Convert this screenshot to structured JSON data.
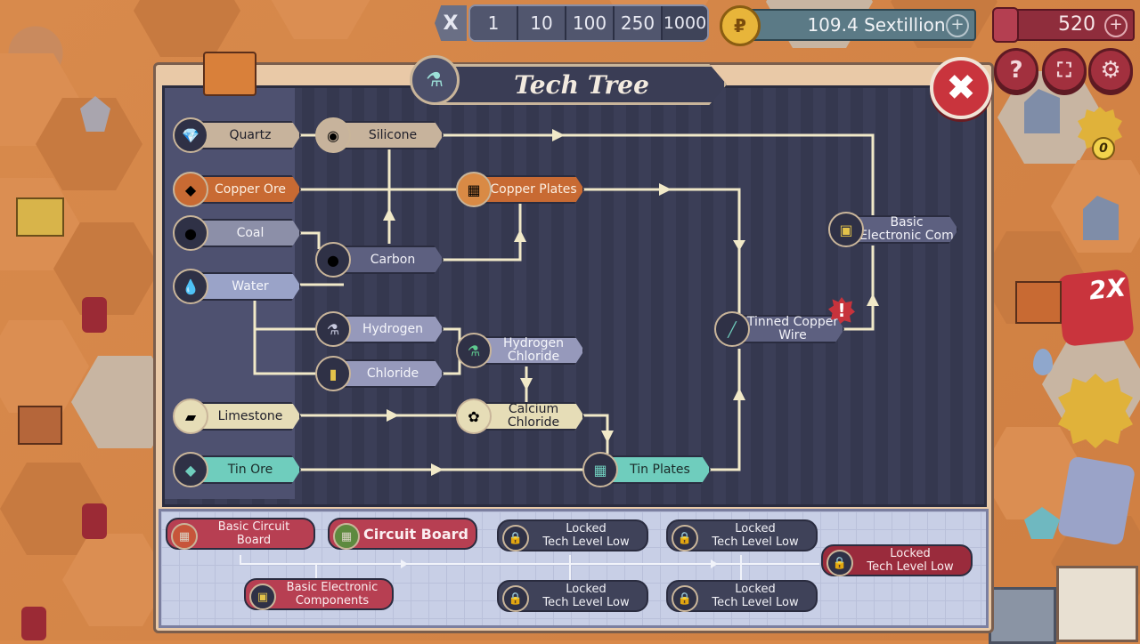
{
  "multipliers": {
    "x_label": "X",
    "options": [
      "1",
      "10",
      "100",
      "250",
      "1000"
    ]
  },
  "currency": {
    "money": "109.4 Sextillion",
    "money_plus": "+",
    "gems": "520",
    "gems_plus": "+"
  },
  "side_buttons": {
    "help": "?",
    "keys_count": "0"
  },
  "panel": {
    "title": "Tech Tree",
    "close": "✖"
  },
  "tree": {
    "quartz": "Quartz",
    "silicone": "Silicone",
    "copper_ore": "Copper Ore",
    "copper_plates": "Copper Plates",
    "coal": "Coal",
    "carbon": "Carbon",
    "water": "Water",
    "hydrogen": "Hydrogen",
    "chloride": "Chloride",
    "hydrogen_chloride_1": "Hydrogen",
    "hydrogen_chloride_2": "Chloride",
    "limestone": "Limestone",
    "calcium_chloride_1": "Calcium",
    "calcium_chloride_2": "Chloride",
    "tin_ore": "Tin Ore",
    "tin_plates": "Tin Plates",
    "tinned_copper_wire_1": "Tinned Copper",
    "tinned_copper_wire_2": "Wire",
    "basic_electronic_1": "Basic",
    "basic_electronic_2": "Electronic Com",
    "warning": "!"
  },
  "bottom": {
    "basic_circuit_board_1": "Basic Circuit",
    "basic_circuit_board_2": "Board",
    "circuit_board": "Circuit Board",
    "basic_electronic_components_1": "Basic Electronic",
    "basic_electronic_components_2": "Components",
    "locked_1": "Locked",
    "locked_2": "Tech Level Low"
  },
  "colors": {
    "accent_red": "#c9343d",
    "panel_dark": "#3a3d55",
    "line": "#f1e9c8"
  }
}
